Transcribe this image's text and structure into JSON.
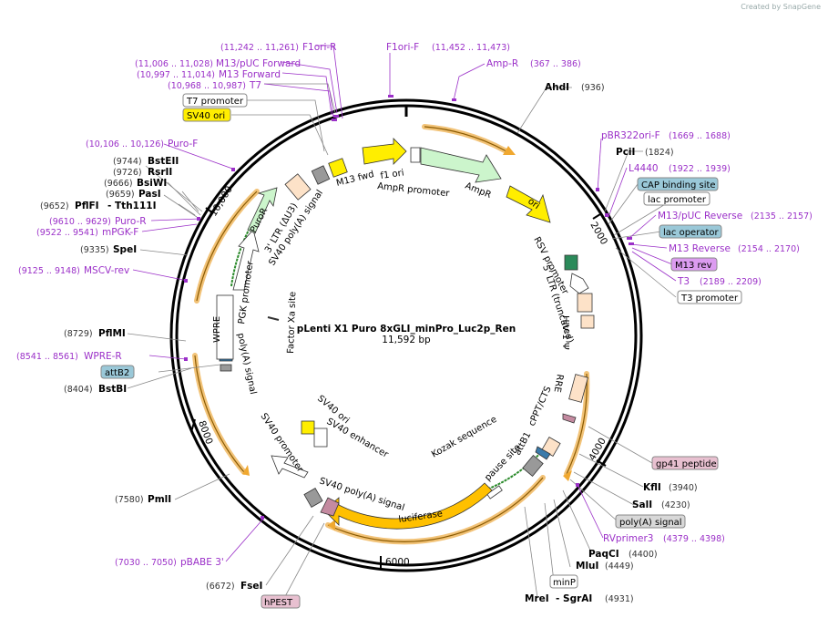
{
  "credit": "Created by SnapGene",
  "plasmid": {
    "name": "pLenti X1 Puro 8xGLI_minPro_Luc2p_Ren",
    "length": "11,592 bp"
  },
  "ticks": [
    "2000",
    "4000",
    "6000",
    "8000",
    "10,000"
  ],
  "sites": [
    {
      "name": "AhdI",
      "pos": "(936)"
    },
    {
      "name": "PciI",
      "pos": "(1824)"
    },
    {
      "name": "KflI",
      "pos": "(3940)"
    },
    {
      "name": "SalI",
      "pos": "(4230)"
    },
    {
      "name": "PaqCI",
      "pos": "(4400)"
    },
    {
      "name": "MluI",
      "pos": "(4449)"
    },
    {
      "name": "MreI",
      "pos": ""
    },
    {
      "name": "- SgrAI",
      "pos": "(4931)"
    },
    {
      "name": "FseI",
      "pos": "(6672)"
    },
    {
      "name": "PmlI",
      "pos": "(7580)"
    },
    {
      "name": "BstBI",
      "pos": "(8404)"
    },
    {
      "name": "PflMI",
      "pos": "(8729)"
    },
    {
      "name": "SpeI",
      "pos": "(9335)"
    },
    {
      "name": "PflFI",
      "pos": "(9652)"
    },
    {
      "name": "- Tth111I",
      "pos": ""
    },
    {
      "name": "PasI",
      "pos": "(9659)"
    },
    {
      "name": "BsiWI",
      "pos": "(9666)"
    },
    {
      "name": "RsrII",
      "pos": "(9726)"
    },
    {
      "name": "BstEII",
      "pos": "(9744)"
    }
  ],
  "primers": [
    {
      "name": "F1ori-R",
      "pos": "(11,242 .. 11,261)"
    },
    {
      "name": "F1ori-F",
      "pos": "(11,452 .. 11,473)"
    },
    {
      "name": "M13/pUC Forward",
      "pos": "(11,006 .. 11,028)"
    },
    {
      "name": "M13 Forward",
      "pos": "(10,997 .. 11,014)"
    },
    {
      "name": "T7",
      "pos": "(10,968 .. 10,987)"
    },
    {
      "name": "Amp-R",
      "pos": "(367 .. 386)"
    },
    {
      "name": "pBR322ori-F",
      "pos": "(1669 .. 1688)"
    },
    {
      "name": "L4440",
      "pos": "(1922 .. 1939)"
    },
    {
      "name": "M13/pUC Reverse",
      "pos": "(2135 .. 2157)"
    },
    {
      "name": "M13 Reverse",
      "pos": "(2154 .. 2170)"
    },
    {
      "name": "T3",
      "pos": "(2189 .. 2209)"
    },
    {
      "name": "RVprimer3",
      "pos": "(4379 .. 4398)"
    },
    {
      "name": "pBABE 3'",
      "pos": "(7030 .. 7050)"
    },
    {
      "name": "WPRE-R",
      "pos": "(8541 .. 8561)"
    },
    {
      "name": "MSCV-rev",
      "pos": "(9125 .. 9148)"
    },
    {
      "name": "Puro-R",
      "pos": "(9610 .. 9629)"
    },
    {
      "name": "mPGK-F",
      "pos": "(9522 .. 9541)"
    },
    {
      "name": "Puro-F",
      "pos": "(10,106 .. 10,126)"
    }
  ],
  "boxed": {
    "t7_promoter": "T7 promoter",
    "sv40_ori": "SV40 ori",
    "cap_binding": "CAP binding site",
    "lac_promoter": "lac promoter",
    "lac_operator": "lac operator",
    "m13_rev": "M13 rev",
    "t3_promoter": "T3 promoter",
    "gp41": "gp41 peptide",
    "polya": "poly(A) signal",
    "minp": "minP",
    "hpest": "hPEST",
    "attb2": "attB2"
  },
  "inner": {
    "m13_fwd": "M13 fwd",
    "f1_ori": "f1 ori",
    "ampr_promoter": "AmpR promoter",
    "ampr": "AmpR",
    "ori": "ori",
    "rsv_promoter": "RSV promoter",
    "ltr5": "5' LTR (truncated)",
    "hiv1": "HIV-1 Ψ",
    "rre": "RRE",
    "cppt": "cPPT/CTS",
    "attb1": "attB1",
    "pause_site": "pause site",
    "kozak": "Kozak sequence",
    "luciferase": "luciferase",
    "sv40_polya_bottom": "SV40 poly(A) signal",
    "sv40_promoter": "SV40 promoter",
    "sv40_ori_inner": "SV40 ori",
    "sv40_enhancer": "SV40 enhancer",
    "polya_signal_left": "poly(A) signal",
    "wpre": "WPRE",
    "pgk_promoter": "PGK promoter",
    "puror": "PuroR",
    "ltr3": "3' LTR (ΔU3)",
    "sv40_polya_top": "SV40 poly(A) signal",
    "factor_xa": "Factor Xa site"
  },
  "colors": {
    "primer": "#9b30c8",
    "orange_band": "#f0a830",
    "ori_yellow": "#ffee00",
    "ampr_green": "#ccf5cc",
    "luciferase": "#ffc000"
  }
}
